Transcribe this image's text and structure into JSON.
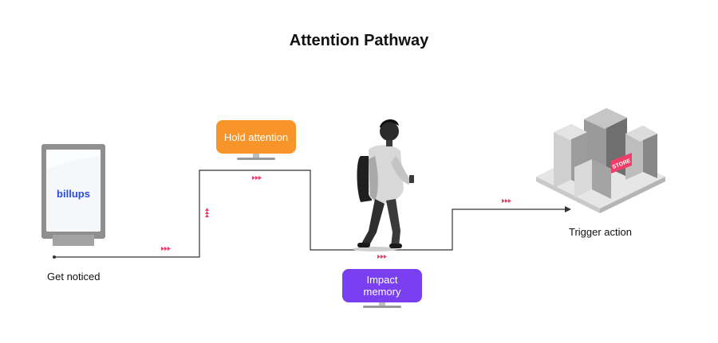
{
  "title": "Attention Pathway",
  "billboard_brand": "billups",
  "steps": {
    "get_noticed": "Get noticed",
    "hold_attention": "Hold attention",
    "impact_memory": "Impact memory",
    "trigger_action": "Trigger action"
  },
  "store_sign": "STORE",
  "colors": {
    "hold_pill": "#f7942a",
    "impact_pill": "#7a3ff0",
    "arrow_marks": "#ee3e6a",
    "path_line": "#333333",
    "brand": "#2a4ce0"
  }
}
